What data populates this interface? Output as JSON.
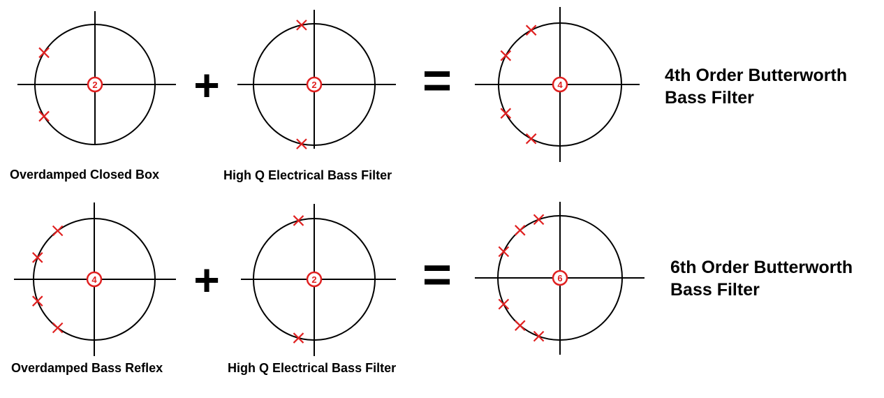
{
  "colors": {
    "ink": "#000000",
    "pole": "#e02020",
    "background": "#ffffff"
  },
  "rows": [
    {
      "plots": [
        {
          "label": "Overdamped Closed Box",
          "center_count": "2",
          "poles_deg": [
            148,
            212
          ]
        },
        {
          "label": "High Q Electrical Bass Filter",
          "center_count": "2",
          "poles_deg": [
            102,
            258
          ]
        }
      ],
      "plus": "+",
      "equals": "=",
      "result_plot": {
        "center_count": "4",
        "poles_deg": [
          118,
          152,
          208,
          242
        ]
      },
      "result_title": {
        "line1": "4th Order Butterworth",
        "line2": "Bass Filter"
      }
    },
    {
      "plots": [
        {
          "label": "Overdamped Bass Reflex",
          "center_count": "4",
          "poles_deg": [
            127,
            159,
            201,
            233
          ]
        },
        {
          "label": "High Q Electrical Bass Filter",
          "center_count": "2",
          "poles_deg": [
            105,
            255
          ]
        }
      ],
      "plus": "+",
      "equals": "=",
      "result_plot": {
        "center_count": "6",
        "poles_deg": [
          110,
          130,
          155,
          205,
          230,
          250
        ]
      },
      "result_title": {
        "line1": "6th Order Butterworth",
        "line2": "Bass Filter"
      }
    }
  ]
}
